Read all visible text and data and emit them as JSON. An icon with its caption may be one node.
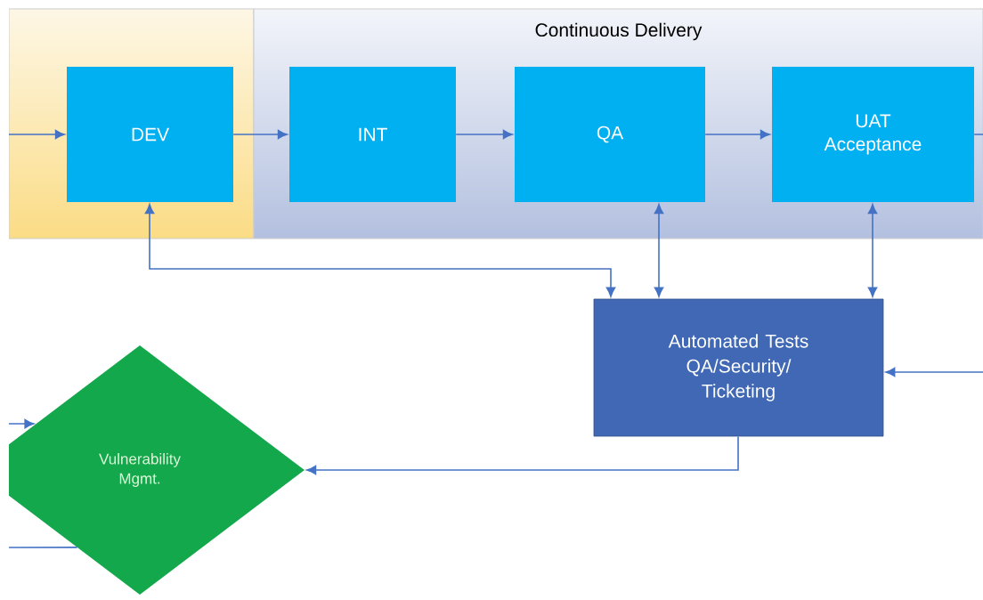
{
  "diagram": {
    "nodes": [
      {
        "text": [],
        "shape": "box"
      },
      {
        "text": [
          "Continuous Delivery"
        ]
      },
      {
        "text": [
          "DEV"
        ],
        "in": 0
      },
      {
        "text": [
          "INT"
        ],
        "in": 1
      },
      {
        "text": [
          "QA"
        ],
        "in": 1
      },
      {
        "text": [
          "UAT Acceptance"
        ],
        "in": 1
      },
      {
        "text": [
          "Automated Tests QA/Security/ Ticketing"
        ]
      },
      {
        "text": [
          "Vulnerability Mgmt."
        ]
      }
    ],
    "edges": [
      {
        "from": null,
        "to": 2,
        "arrow": "to"
      },
      {
        "from": 2,
        "to": 3,
        "arrow": "to"
      },
      {
        "from": 3,
        "to": 4,
        "arrow": "to"
      },
      {
        "from": 4,
        "to": 5,
        "arrow": "to"
      },
      {
        "from": 5,
        "to": null,
        "arrow": "none"
      },
      {
        "from": 2,
        "to": 6,
        "arrow": "both"
      },
      {
        "from": 4,
        "to": 6,
        "arrow": "both"
      },
      {
        "from": 5,
        "to": 6,
        "arrow": "both"
      },
      {
        "from": null,
        "to": 6,
        "arrow": "to"
      },
      {
        "from": 6,
        "to": 7,
        "arrow": "to"
      },
      {
        "from": null,
        "to": 7,
        "arrow": "to"
      },
      {
        "from": 7,
        "to": null,
        "arrow": "none"
      }
    ]
  }
}
